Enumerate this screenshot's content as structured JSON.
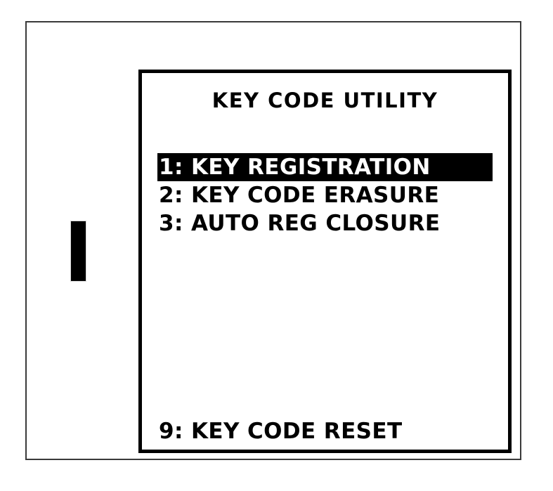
{
  "screen": {
    "title": "KEY CODE UTILITY",
    "menu_items": [
      {
        "label": "1: KEY REGISTRATION",
        "key": "1",
        "selected": true
      },
      {
        "label": "2: KEY CODE ERASURE",
        "key": "2",
        "selected": false
      },
      {
        "label": "3: AUTO REG CLOSURE",
        "key": "3",
        "selected": false
      }
    ],
    "footer_items": [
      {
        "label": "9: KEY CODE RESET",
        "key": "9",
        "selected": false
      }
    ]
  },
  "indicator": {
    "name": "cursor-bar"
  },
  "colors": {
    "screen_background": "#FFFFFF",
    "screen_foreground": "#000000",
    "highlight_background": "#000000",
    "highlight_foreground": "#FFFFFF",
    "frame_border": "#3A3A3A",
    "panel_border": "#000000"
  }
}
